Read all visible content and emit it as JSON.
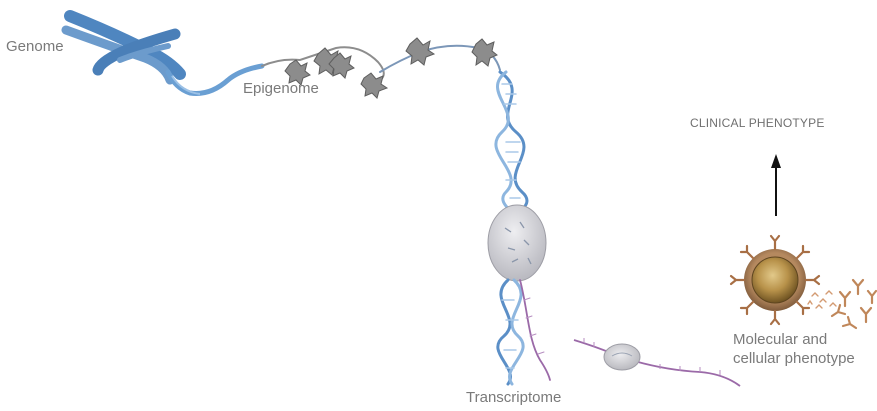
{
  "labels": {
    "genome": "Genome",
    "epigenome": "Epigenome",
    "transcriptome": "Transcriptome",
    "clinical_phenotype": "CLINICAL PHENOTYPE",
    "molecular_line1": "Molecular and",
    "molecular_line2": "cellular phenotype"
  },
  "colors": {
    "chromosome": "#4f86c0",
    "dna": "#6a9fd3",
    "nucleosome": "#8c8c8c",
    "nucleus": "#c9c9cf",
    "rna": "#9b6aa8",
    "cell_ring": "#9a6a4a",
    "cell_core": "#b39048",
    "antibody": "#c0875a",
    "label": "#7a7a7a"
  }
}
